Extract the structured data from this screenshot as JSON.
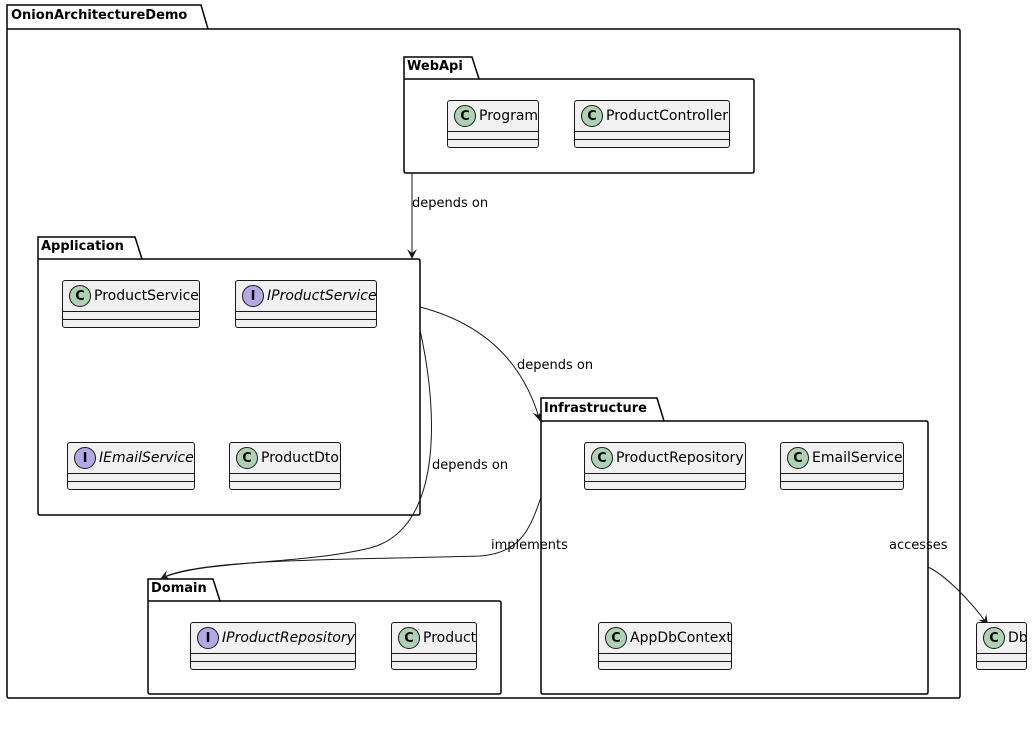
{
  "packages": {
    "root": {
      "name": "OnionArchitectureDemo"
    },
    "webapi": {
      "name": "WebApi"
    },
    "application": {
      "name": "Application"
    },
    "infrastructure": {
      "name": "Infrastructure"
    },
    "domain": {
      "name": "Domain"
    }
  },
  "classes": {
    "program": {
      "name": "Program",
      "badge": "C"
    },
    "product_controller": {
      "name": "ProductController",
      "badge": "C"
    },
    "product_service": {
      "name": "ProductService",
      "badge": "C"
    },
    "iproduct_service": {
      "name": "IProductService",
      "badge": "I"
    },
    "iemail_service": {
      "name": "IEmailService",
      "badge": "I"
    },
    "product_dto": {
      "name": "ProductDto",
      "badge": "C"
    },
    "product_repository": {
      "name": "ProductRepository",
      "badge": "C"
    },
    "email_service": {
      "name": "EmailService",
      "badge": "C"
    },
    "app_db_context": {
      "name": "AppDbContext",
      "badge": "C"
    },
    "iproduct_repository": {
      "name": "IProductRepository",
      "badge": "I"
    },
    "product": {
      "name": "Product",
      "badge": "C"
    },
    "db": {
      "name": "Db",
      "badge": "C"
    }
  },
  "relations": {
    "webapi_application": "depends on",
    "application_infrastructure": "depends on",
    "application_domain": "depends on",
    "infrastructure_domain": "implements",
    "infrastructure_db": "accesses"
  },
  "colors": {
    "class_badge": "#add1b2",
    "interface_badge": "#b4a7e5",
    "class_fill": "#f1f1f1",
    "border": "#181818"
  }
}
